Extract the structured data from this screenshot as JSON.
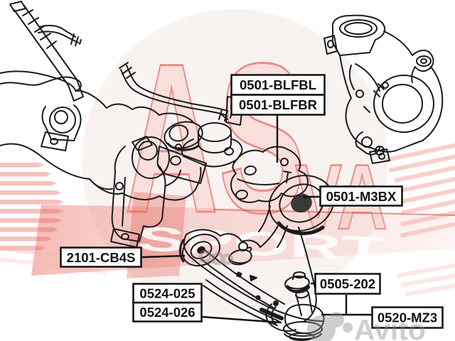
{
  "labels": {
    "blfbl": "0501-BLFBL",
    "blfbr": "0501-BLFBR",
    "m3bx": "0501-M3BX",
    "cb4s": "2101-CB4S",
    "l524a": "0524-025",
    "l524b": "0524-026",
    "l505": "0505-202",
    "mz3": "0520-MZ3"
  },
  "watermark": {
    "brand": "ASVA SPORT",
    "brand_as": "AS",
    "brand_va": "VA",
    "brand_sport": "SPORT",
    "site": "Avito"
  },
  "colors": {
    "line": "#1b1b1b",
    "label_border": "#111111",
    "watermark_pink": "#f2b3ad",
    "watermark_red": "#e2685f",
    "watermark_gray": "#8c8c8c"
  }
}
